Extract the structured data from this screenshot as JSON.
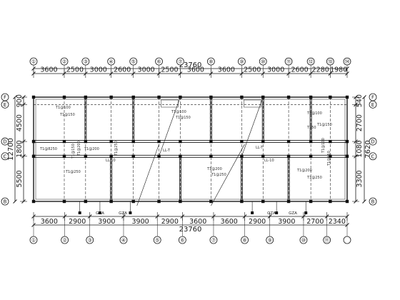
{
  "top": {
    "total": "23760",
    "dims": [
      "3600",
      "2500",
      "3000",
      "2600",
      "3000",
      "2500",
      "3600",
      "3600",
      "2500",
      "3000",
      "2600",
      "2280",
      "1980"
    ],
    "axes": [
      "①",
      "②",
      "③",
      "④",
      "⑤",
      "⑥",
      "⑦",
      "⑧",
      "⑨",
      "⑩",
      "⑪",
      "⑫",
      "⑬",
      "⑭"
    ]
  },
  "bottom": {
    "total": "23760",
    "dims": [
      "3600",
      "2900",
      "3900",
      "3900",
      "2900",
      "3600",
      "3600",
      "2900",
      "3900",
      "2700",
      "2340"
    ],
    "axes": [
      "①",
      "②",
      "③",
      "④",
      "⑤",
      "⑥",
      "⑦",
      "⑧",
      "⑨",
      "⑩",
      "⑪"
    ]
  },
  "left": {
    "total": "12700",
    "dims": [
      "900",
      "4500",
      "1800",
      "5500"
    ],
    "axes": [
      "F",
      "E",
      "D",
      "C",
      "B"
    ]
  },
  "right": {
    "total": "7620",
    "dims": [
      "540",
      "2700",
      "1080",
      "3300"
    ],
    "axes": [
      "F",
      "E",
      "D",
      "C",
      "B"
    ]
  },
  "notes": [
    "T1@100",
    "T1@150",
    "T1@200",
    "T1@250",
    "LL-10",
    "LL-T",
    "GZA",
    "T1@8250",
    "T350"
  ]
}
